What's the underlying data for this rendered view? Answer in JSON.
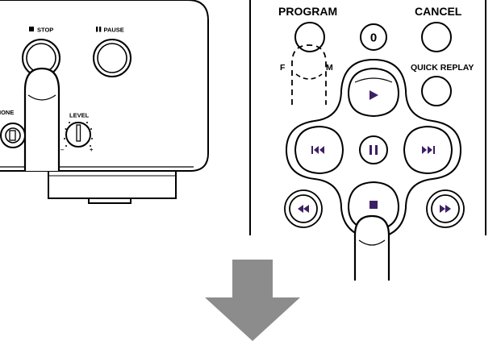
{
  "colors": {
    "accent_glyph": "#3d1f66",
    "arrow": "#8c8c8c",
    "line": "#000000"
  },
  "device": {
    "stop_label": "STOP",
    "pause_label": "PAUSE",
    "phones_label": "IONE",
    "level_label": "LEVEL",
    "level_min": "–",
    "level_max": "+"
  },
  "remote": {
    "program_label": "PROGRAM",
    "cancel_label": "CANCEL",
    "zero_label": "0",
    "quick_replay_label": "QUICK REPLAY",
    "hidden_label_left": "F",
    "hidden_label_right": "M"
  },
  "icons": {
    "play": "play-icon",
    "skip_back": "skip-back-icon",
    "pause": "pause-icon",
    "skip_forward": "skip-forward-icon",
    "rewind": "rewind-icon",
    "stop": "stop-icon",
    "fast_forward": "fast-forward-icon",
    "arrow": "down-arrow-icon"
  }
}
